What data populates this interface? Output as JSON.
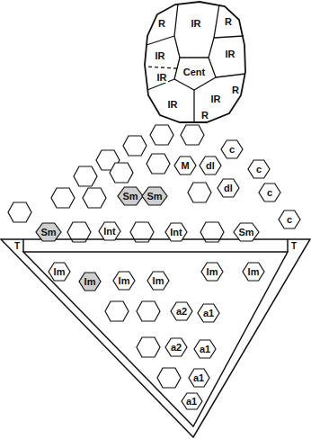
{
  "diagram": {
    "nodes": [
      {
        "text": [
          "R"
        ]
      },
      {
        "text": [
          "IR"
        ]
      },
      {
        "text": [
          "R"
        ]
      },
      {
        "text": [
          "IR"
        ]
      },
      {
        "text": [
          "IR"
        ]
      },
      {
        "text": [
          "Cent"
        ]
      },
      {
        "text": [
          "IR"
        ]
      },
      {
        "text": [
          "R"
        ]
      },
      {
        "text": [
          "IR"
        ]
      },
      {
        "text": [
          "IR"
        ]
      },
      {
        "text": [
          "R"
        ]
      },
      {
        "text": [
          "c"
        ]
      },
      {
        "text": [
          "M"
        ]
      },
      {
        "text": [
          "dl"
        ]
      },
      {
        "text": [
          "c"
        ]
      },
      {
        "text": [
          "dl"
        ]
      },
      {
        "text": [
          "c"
        ]
      },
      {
        "text": [
          "Sm"
        ]
      },
      {
        "text": [
          "Sm"
        ]
      },
      {
        "text": [
          "c"
        ]
      },
      {
        "text": [
          "Sm"
        ]
      },
      {
        "text": [
          "Int"
        ]
      },
      {
        "text": [
          "Int"
        ]
      },
      {
        "text": [
          "Sm"
        ]
      },
      {
        "text": [
          "Im"
        ]
      },
      {
        "text": [
          "Im"
        ]
      },
      {
        "text": [
          "Im"
        ]
      },
      {
        "text": [
          "Im"
        ]
      },
      {
        "text": [
          "Im"
        ]
      },
      {
        "text": [
          "Im"
        ]
      },
      {
        "text": [
          "a2"
        ]
      },
      {
        "text": [
          "a1"
        ]
      },
      {
        "text": [
          "a2"
        ]
      },
      {
        "text": [
          "a1"
        ]
      },
      {
        "text": [
          "a1"
        ]
      },
      {
        "text": [
          "a1"
        ]
      }
    ],
    "labels": [
      "T",
      "T"
    ]
  }
}
